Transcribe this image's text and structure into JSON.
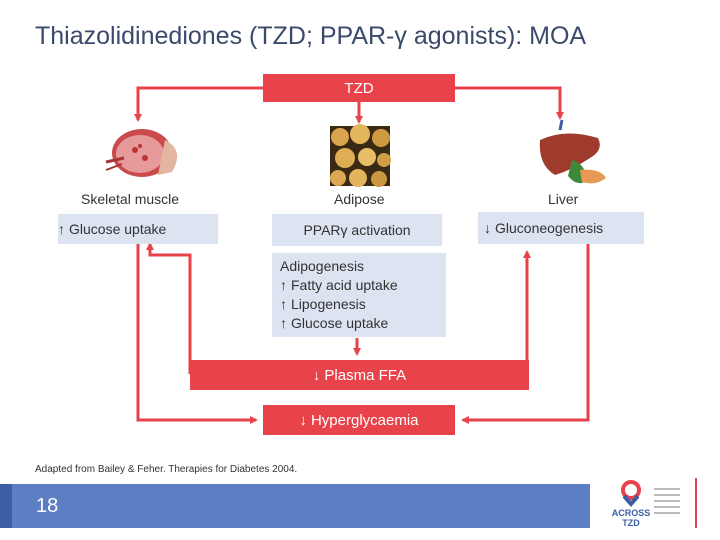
{
  "title": "Thiazolidinediones (TZD; PPAR-γ agonists): MOA",
  "tzd_box": "TZD",
  "organs": {
    "skeletal_muscle": "Skeletal muscle",
    "adipose": "Adipose",
    "liver": "Liver"
  },
  "effects": {
    "muscle": "Glucose uptake",
    "adipose": "PPARγ activation",
    "liver": "Gluconeogenesis"
  },
  "adipose_detail": {
    "heading": "Adipogenesis",
    "items": [
      "Fatty acid uptake",
      "Lipogenesis",
      "Glucose uptake"
    ]
  },
  "plasma_ffa": "Plasma FFA",
  "hyperglycaemia": "Hyperglycaemia",
  "citation": "Adapted from Bailey & Feher. Therapies for Diabetes 2004.",
  "page_number": "18",
  "logo": {
    "line1": "ACROSS",
    "line2": "TZD"
  },
  "colors": {
    "red": "#e8434b",
    "blue_box": "#dce3f1",
    "footer": "#5b7fc2",
    "title": "#3b4a6b"
  }
}
